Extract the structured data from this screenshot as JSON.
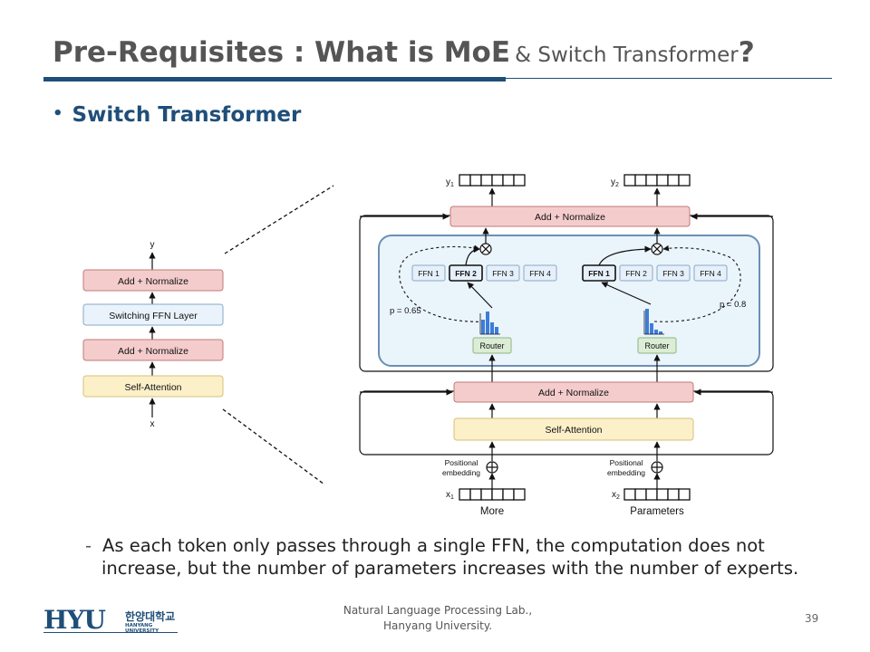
{
  "slide": {
    "title_main": "Pre-Requisites : What is MoE",
    "title_sub": "& Switch Transformer",
    "title_q": "?",
    "bullet": "Switch Transformer",
    "note_line1": "As each token only passes through a single FFN, the computation does not",
    "note_line2": "increase, but the number of parameters increases with the number of experts.",
    "footer_line1": "Natural Language Processing Lab.,",
    "footer_line2": "Hanyang University.",
    "page_number": "39",
    "logo_text": "HYU",
    "logo_korean": "한양대학교",
    "logo_english": "HANYANG UNIVERSITY"
  },
  "diagram": {
    "left_stack": {
      "output": "y",
      "input": "x",
      "add_norm_top": "Add + Normalize",
      "switching_ffn": "Switching FFN Layer",
      "add_norm_bottom": "Add + Normalize",
      "self_attention": "Self-Attention"
    },
    "right": {
      "out1": "y",
      "out1_sub": "1",
      "out2": "y",
      "out2_sub": "2",
      "add_norm_top": "Add + Normalize",
      "add_norm_bottom": "Add + Normalize",
      "self_attention": "Self-Attention",
      "experts_left": [
        "FFN 1",
        "FFN 2",
        "FFN 3",
        "FFN 4"
      ],
      "experts_right": [
        "FFN 1",
        "FFN 2",
        "FFN 3",
        "FFN 4"
      ],
      "router": "Router",
      "p_left": "p = 0.65",
      "p_right": "p = 0.8",
      "pos_emb_line1": "Positional",
      "pos_emb_line2": "embedding",
      "in1": "x",
      "in1_sub": "1",
      "in2": "x",
      "in2_sub": "2",
      "token1": "More",
      "token2": "Parameters"
    }
  },
  "colors": {
    "heading": "#555555",
    "accent": "#1f4e79",
    "add_norm_fill": "#f4cccc",
    "add_norm_stroke": "#c27a7a",
    "ffn_layer_fill": "#eaf3fb",
    "self_attn_fill": "#fbf0c8",
    "self_attn_stroke": "#d6c27a",
    "router_fill": "#dcedd5",
    "switch_panel_fill": "#eaf4fb",
    "switch_panel_stroke": "#6b8fb5",
    "bar_blue": "#3d7dd8"
  }
}
